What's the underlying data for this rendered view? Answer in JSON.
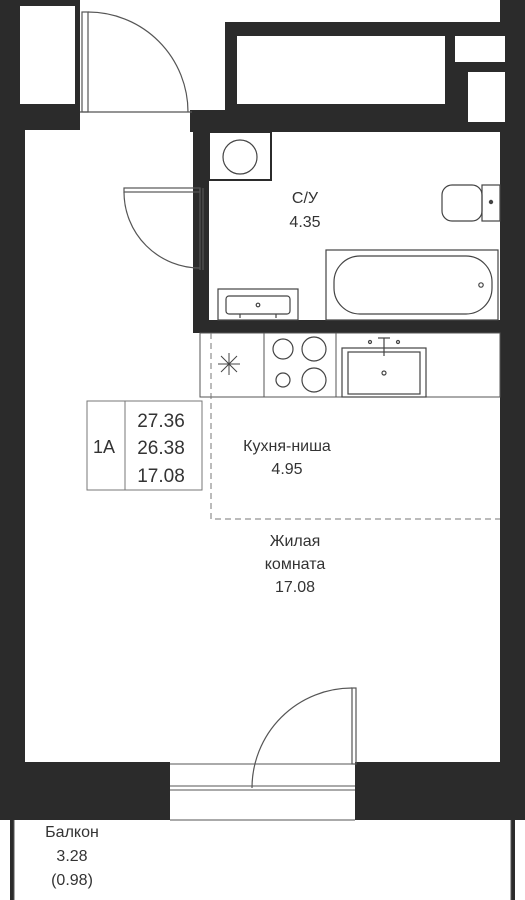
{
  "colors": {
    "wall": "#2b2b2b",
    "line": "#555555",
    "fixture": "#444444",
    "background": "#ffffff"
  },
  "apartment": {
    "type": "1A",
    "areas": [
      "27.36",
      "26.38",
      "17.08"
    ]
  },
  "rooms": {
    "bathroom": {
      "name": "С/У",
      "area": "4.35"
    },
    "kitchen": {
      "name": "Кухня-ниша",
      "area": "4.95"
    },
    "living": {
      "name_line1": "Жилая",
      "name_line2": "комната",
      "area": "17.08"
    },
    "balcony": {
      "name": "Балкон",
      "area": "3.28",
      "area_reduced": "(0.98)"
    }
  },
  "icons": {
    "kitchen_vent": "snowflake-icon",
    "cooktop": "cooktop-icon",
    "sink": "sink-icon",
    "bathtub": "bathtub-icon",
    "toilet": "toilet-icon",
    "washer": "washing-machine-icon"
  }
}
